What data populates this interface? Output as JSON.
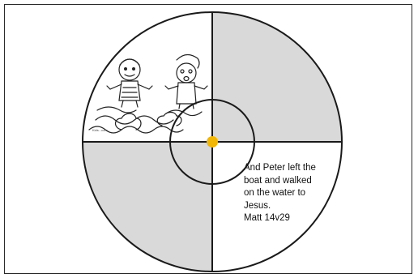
{
  "caption": {
    "lines": [
      "And Peter left the",
      "boat and walked",
      "on the water to",
      "Jesus.",
      "Matt 14v29"
    ]
  },
  "illustration": {
    "description_icon": "two-cartoon-figures-on-water-icon",
    "credit_text": "Kids...com"
  },
  "colors": {
    "shaded_quadrant": "#d9d9d9",
    "outline": "#1a1a1a",
    "center_dot": "#f2b705",
    "frame": "#2a2a2a"
  }
}
